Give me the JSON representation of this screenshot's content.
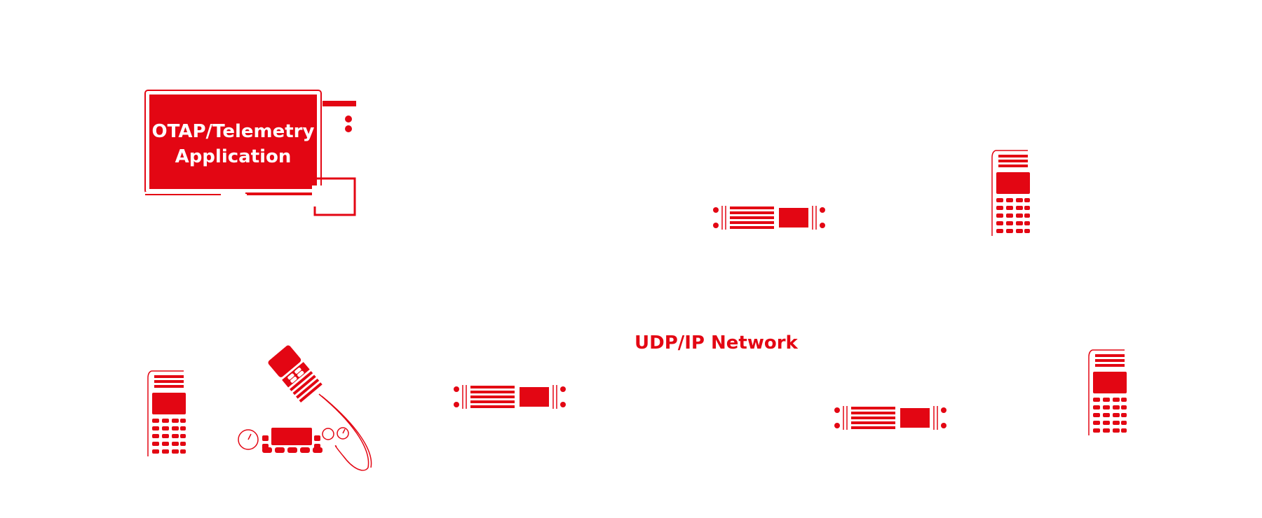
{
  "application": {
    "title_line1": "OTAP/Telemetry",
    "title_line2": "Application"
  },
  "network": {
    "label": "UDP/IP Network"
  },
  "colors": {
    "accent": "#e30613",
    "background": "#ffffff"
  },
  "icons": [
    "monitor-icon",
    "repeater-icon",
    "handheld-radio-icon",
    "mobile-radio-icon",
    "microphone-icon"
  ]
}
